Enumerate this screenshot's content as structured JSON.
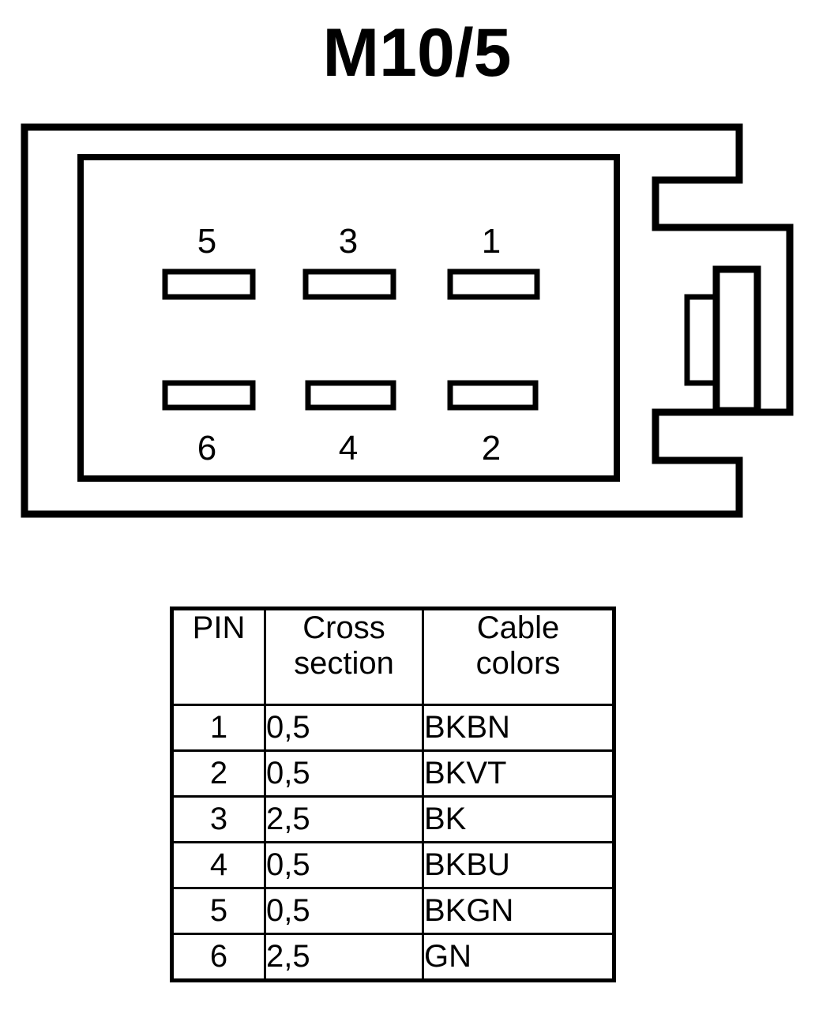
{
  "title": "M10/5",
  "connector": {
    "name": "connector-housing-diagram",
    "pins_top_row": [
      {
        "number": "5"
      },
      {
        "number": "3"
      },
      {
        "number": "1"
      }
    ],
    "pins_bottom_row": [
      {
        "number": "6"
      },
      {
        "number": "4"
      },
      {
        "number": "2"
      }
    ],
    "line_color": "#000000",
    "fill_color": "#ffffff"
  },
  "table": {
    "headers": {
      "pin": "PIN",
      "cross_line1": "Cross",
      "cross_line2": "section",
      "color_line1": "Cable",
      "color_line2": "colors"
    },
    "rows": [
      {
        "pin": "1",
        "cross_section": "0,5",
        "cable_colors": "BKBN"
      },
      {
        "pin": "2",
        "cross_section": "0,5",
        "cable_colors": "BKVT"
      },
      {
        "pin": "3",
        "cross_section": "2,5",
        "cable_colors": "BK"
      },
      {
        "pin": "4",
        "cross_section": "0,5",
        "cable_colors": "BKBU"
      },
      {
        "pin": "5",
        "cross_section": "0,5",
        "cable_colors": "BKGN"
      },
      {
        "pin": "6",
        "cross_section": "2,5",
        "cable_colors": "GN"
      }
    ]
  }
}
